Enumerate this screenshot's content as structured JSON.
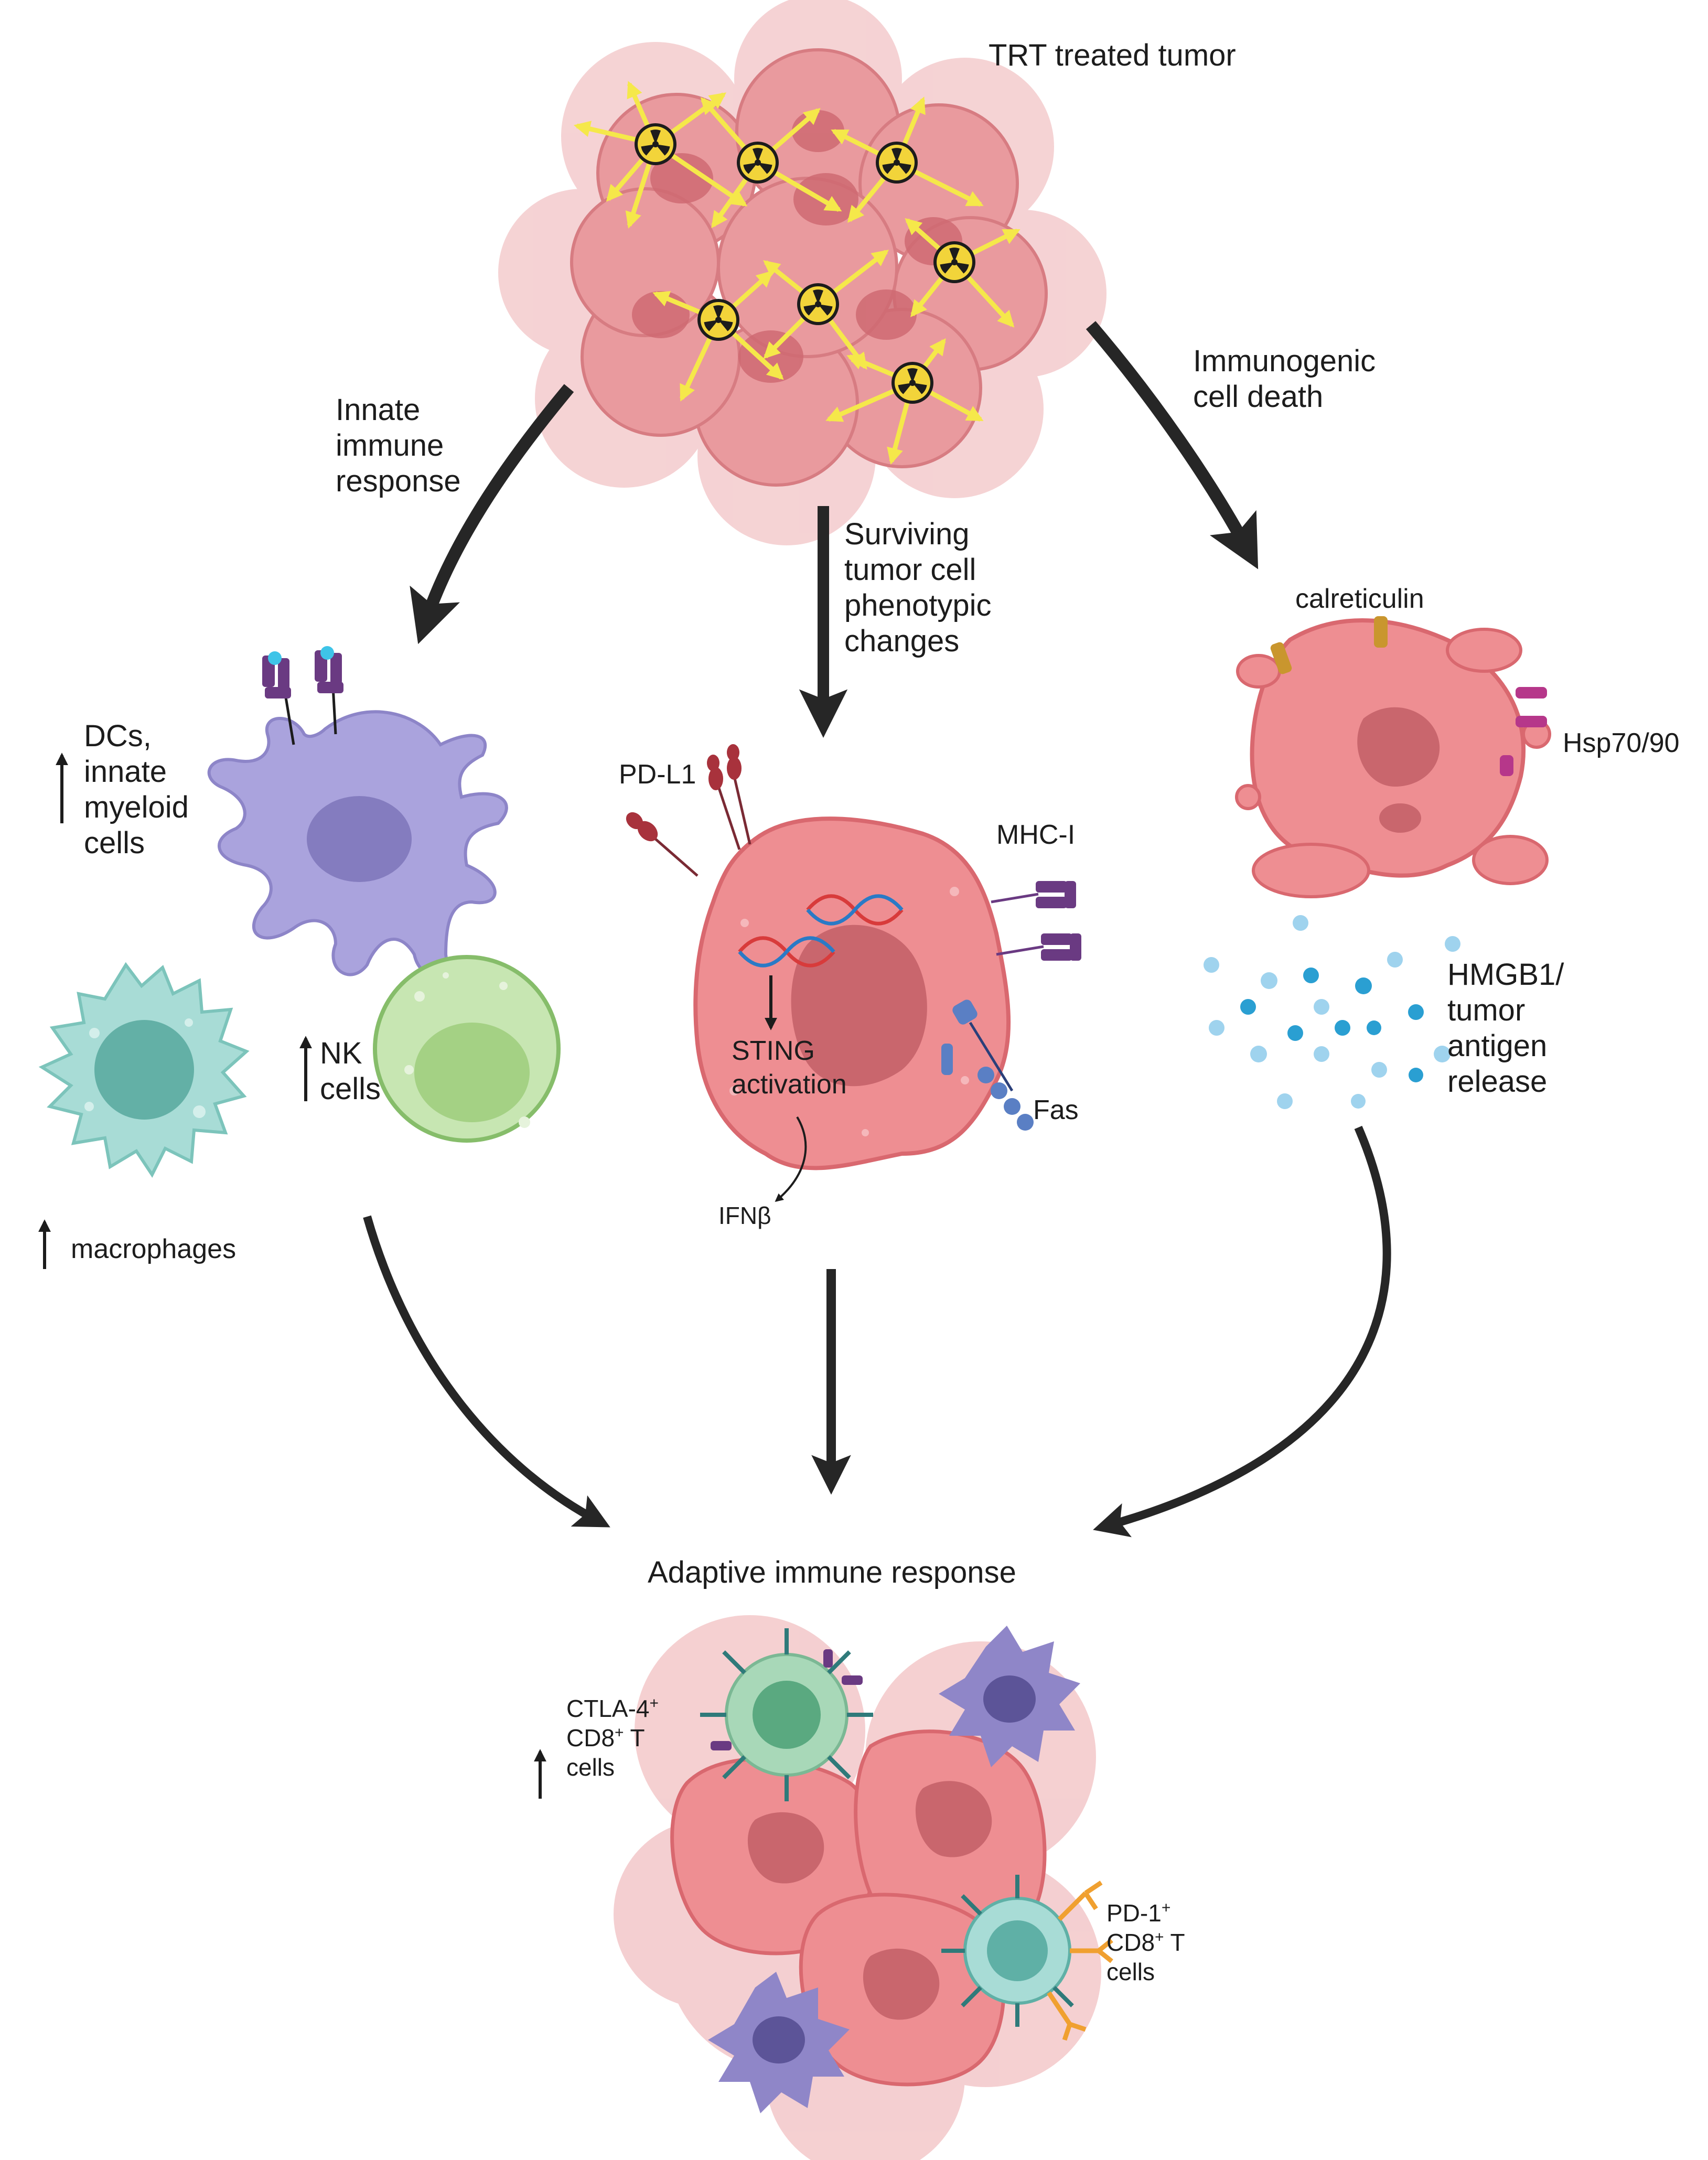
{
  "labels": {
    "trt_tumor": "TRT treated tumor",
    "innate_response": [
      "Innate",
      "immune",
      "response"
    ],
    "immunogenic_death": [
      "Immunogenic",
      "cell death"
    ],
    "surviving": [
      "Surviving",
      "tumor cell",
      "phenotypic",
      "changes"
    ],
    "dcs": [
      "DCs,",
      "innate",
      "myeloid",
      "cells"
    ],
    "nk": [
      "NK",
      "cells"
    ],
    "macrophages": "macrophages",
    "pdl1": "PD-L1",
    "mhc": "MHC-I",
    "sting": [
      "STING",
      "activation"
    ],
    "fas": "Fas",
    "ifn": "IFNβ",
    "calreticulin": "calreticulin",
    "hsp": "Hsp70/90",
    "hmgb1": [
      "HMGB1/",
      "tumor",
      "antigen",
      "release"
    ],
    "adaptive": "Adaptive immune response",
    "ctla4": {
      "l1": "CTLA-4",
      "l1_sup": "+",
      "l2": "CD8",
      "l2_sup": "+",
      "l2_rest": " T",
      "l3": "cells"
    },
    "pd1": {
      "l1": "PD-1",
      "l1_sup": "+",
      "l2": "CD8",
      "l2_sup": "+",
      "l2_rest": " T",
      "l3": "cells"
    }
  },
  "colors": {
    "tumor_pink": "#e8888c",
    "nucleus_red": "#c9666d",
    "dc_purple": "#a9a2dc",
    "macrophage_teal": "#a8dcd6",
    "nk_green": "#bfe0a8",
    "arrow_black": "#262626",
    "radiation_yellow": "#f5e84a",
    "calreticulin_gold": "#c9962e",
    "hsp_magenta": "#b6378a",
    "hmgb1_blue": "#3ca4d6",
    "receptor_purple": "#6a3a82",
    "fas_blue": "#5a7fc4",
    "pdl1_red": "#a8323c"
  }
}
